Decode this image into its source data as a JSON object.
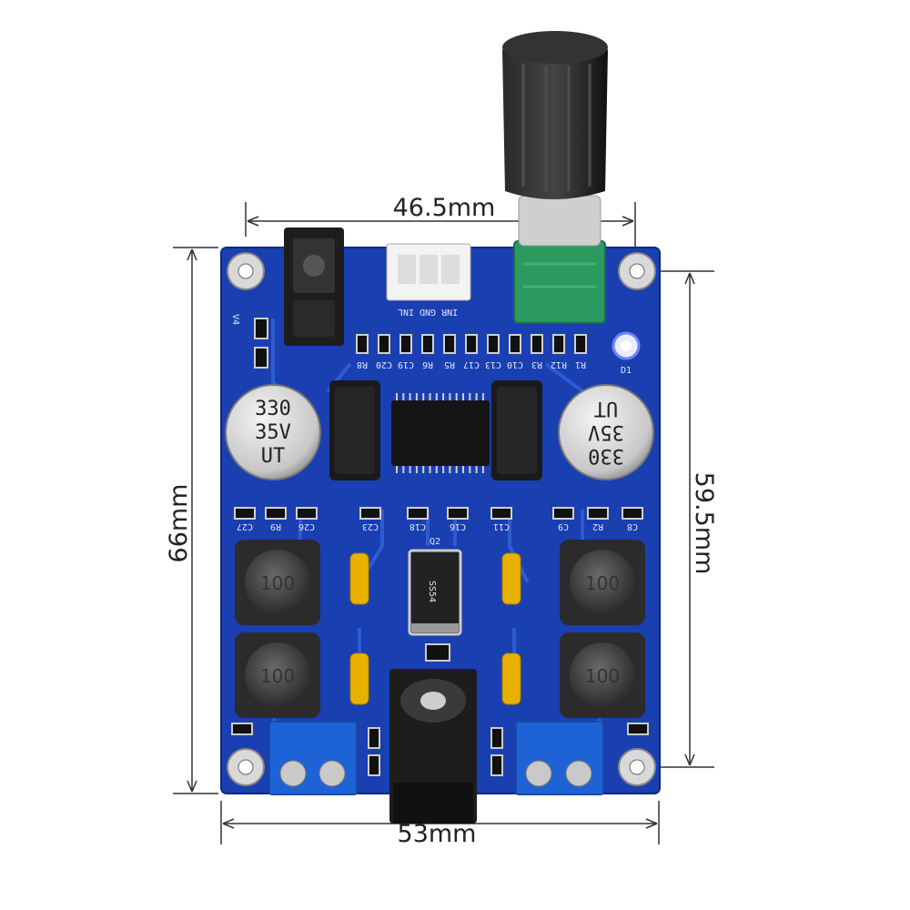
{
  "dimensions": {
    "top_width": "46.5mm",
    "bottom_width": "53mm",
    "left_height": "66mm",
    "right_height": "59.5mm"
  },
  "silkscreen": {
    "connector_label": "INR GND INL",
    "version": "V4",
    "diode_q2": "Q2",
    "diode_d1": "D1",
    "components_top": [
      "R8",
      "C20",
      "C19",
      "R6",
      "R5",
      "C17",
      "C13",
      "C10",
      "R3",
      "R12",
      "R1"
    ],
    "components_mid_left": [
      "C27",
      "R9",
      "C26",
      "C23",
      "C18"
    ],
    "components_mid_right": [
      "C16",
      "C11",
      "C9",
      "R2",
      "C8"
    ]
  },
  "capacitor_left": {
    "line1": "330",
    "line2": "35V",
    "line3": "UT"
  },
  "capacitor_right": {
    "line1": "330",
    "line2": "35V",
    "line3": "UT"
  },
  "inductor_label": "100",
  "diode_label": "SS54",
  "colors": {
    "pcb": "#1a3fb0",
    "trace": "#2f5fd8",
    "pad": "#c9c9c9",
    "knob": "#1b1b1b",
    "pot": "#2c9a5e",
    "terminal": "#1e63d6"
  }
}
